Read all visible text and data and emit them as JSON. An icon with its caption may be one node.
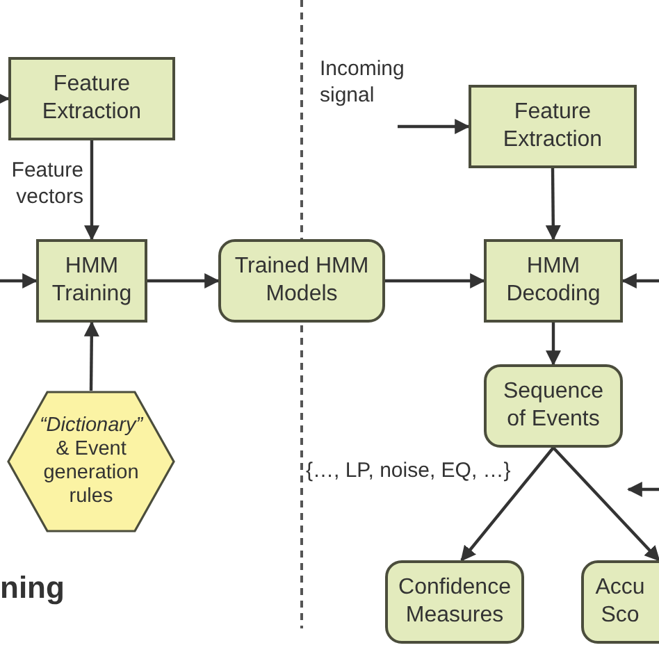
{
  "diagram": {
    "nodes": [
      {
        "text": [
          "Feature Extraction"
        ]
      },
      {
        "text": [
          "HMM Training"
        ]
      },
      {
        "text": [
          "Trained HMM Models"
        ]
      },
      {
        "text": [
          "Feature Extraction"
        ]
      },
      {
        "text": [
          "HMM Decoding"
        ]
      },
      {
        "text": [
          "*“Dictionary”* & Event generation rules"
        ]
      },
      {
        "text": [
          "Sequence of Events"
        ]
      },
      {
        "text": [
          "Confidence Measures"
        ]
      },
      {
        "text": [
          "Accu Sco"
        ]
      }
    ],
    "edges": [
      {
        "from": null,
        "to": 0,
        "arrow": "to"
      },
      {
        "from": 0,
        "to": 1,
        "arrow": "to",
        "label": "Feature vectors"
      },
      {
        "from": null,
        "to": 1,
        "arrow": "to"
      },
      {
        "from": 1,
        "to": 2,
        "arrow": "to"
      },
      {
        "from": 5,
        "to": 1,
        "arrow": "to"
      },
      {
        "from": 2,
        "to": 4,
        "arrow": "to"
      },
      {
        "from": null,
        "to": 3,
        "arrow": "to"
      },
      {
        "from": 3,
        "to": 4,
        "arrow": "to"
      },
      {
        "from": null,
        "to": 4,
        "arrow": "to"
      },
      {
        "from": 4,
        "to": 6,
        "arrow": "to"
      },
      {
        "from": 6,
        "to": 7,
        "arrow": "to"
      },
      {
        "from": 6,
        "to": 8,
        "arrow": "to"
      }
    ],
    "labels": [
      "Incoming signal",
      "{…, LP, noise, EQ, …}",
      "ning"
    ]
  }
}
